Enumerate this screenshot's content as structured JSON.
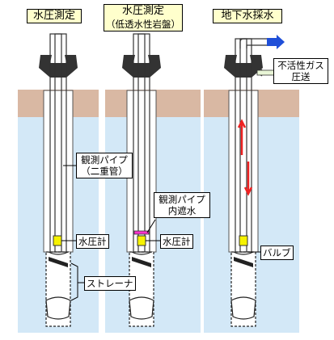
{
  "panels": [
    {
      "title_lines": [
        "水圧測定"
      ]
    },
    {
      "title_lines": [
        "水圧測定",
        "（低透水性岩盤）"
      ]
    },
    {
      "title_lines": [
        "地下水採水"
      ]
    }
  ],
  "labels": {
    "pipe": [
      "観測パイプ",
      "（二重管）"
    ],
    "water_gauge_1": "水圧計",
    "water_gauge_2": "水圧計",
    "plug": [
      "観測パイプ",
      "内遮水"
    ],
    "strainer": "ストレーナ",
    "gas": [
      "不活性ガス",
      "圧送"
    ],
    "valve": "バルブ"
  },
  "colors": {
    "soil": "#d9b8a3",
    "groundwater": "#d3e8f7",
    "sensor": "#f6f200",
    "plug": "#ff33cc",
    "flow_arrow": "#ee2222",
    "outflow_arrow": "#1f4fd8"
  }
}
